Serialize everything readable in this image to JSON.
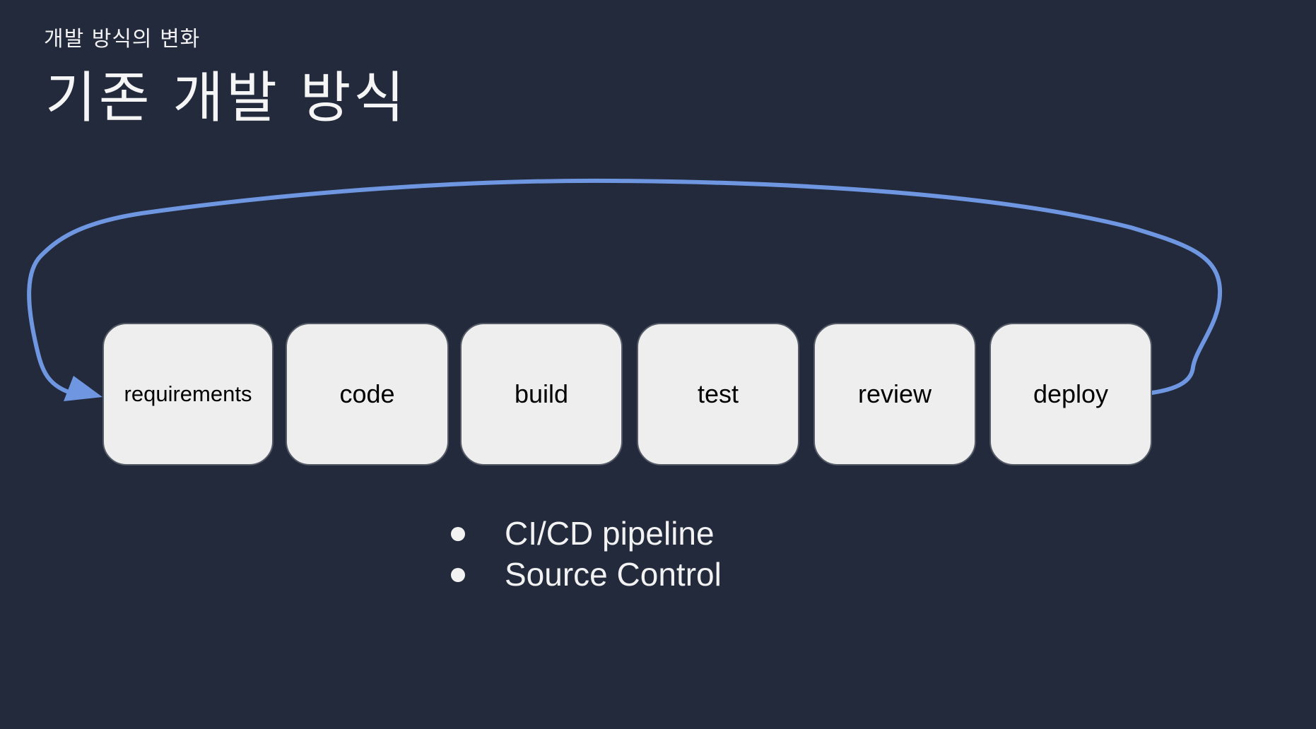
{
  "slide": {
    "section_label": "개발 방식의 변화",
    "title": "기존 개발 방식"
  },
  "diagram": {
    "steps": [
      {
        "label": "requirements"
      },
      {
        "label": "code"
      },
      {
        "label": "build"
      },
      {
        "label": "test"
      },
      {
        "label": "review"
      },
      {
        "label": "deploy"
      }
    ],
    "loop_arrow": {
      "from": "deploy",
      "to": "requirements",
      "color": "#6f96e0"
    }
  },
  "bullets": [
    "CI/CD pipeline",
    "Source Control"
  ],
  "colors": {
    "background": "#222a3c",
    "box_fill": "#eeeeee",
    "box_border": "#555b66",
    "arrow": "#6f96e0",
    "text_light": "#f2f2f2"
  }
}
